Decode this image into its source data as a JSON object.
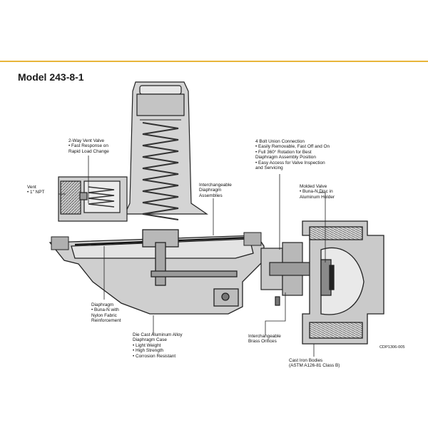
{
  "colors": {
    "accent_rule": "#e8b53a",
    "metal_light": "#d9d9d9",
    "metal_mid": "#bdbdbd",
    "metal_dark": "#8c8c8c",
    "line": "#222222"
  },
  "title": "Model 243-8-1",
  "ref_code": "CDP1306-005",
  "labels": {
    "vent_valve": {
      "heading": "2-Way Vent Valve",
      "bullets": [
        "• Fast Response on",
        "Rapid Load Change"
      ]
    },
    "vent": {
      "heading": "Vent",
      "bullets": [
        "• 1\" NPT"
      ]
    },
    "union": {
      "heading": "4 Bolt Union Connection",
      "bullets": [
        "• Easily Removable, Fast Off and On",
        "• Full 360° Rotation for Best",
        "Diaphragm Assembly Position",
        "• Easy Access for Valve Inspection",
        "and Servicing"
      ]
    },
    "diaphragm_assemblies": {
      "heading": "Interchangeable",
      "bullets": [
        "Diaphragm",
        "Assemblies"
      ]
    },
    "molded_valve": {
      "heading": "Molded Valve",
      "bullets": [
        "• Buna-N Disc in",
        "Aluminum Holder"
      ]
    },
    "diaphragm": {
      "heading": "Diaphragm",
      "bullets": [
        "• Buna-N with",
        "Nylon Fabric",
        "Reinforcement"
      ]
    },
    "case": {
      "heading": "Die Cast Aluminum Alloy",
      "bullets": [
        "Diaphragm Case",
        "• Light Weight",
        "• High Strength",
        "• Corrosion Resistant"
      ]
    },
    "orifices": {
      "heading": "Interchangeable",
      "bullets": [
        "Brass Orifices"
      ]
    },
    "bodies": {
      "heading": "Cast Iron Bodies",
      "bullets": [
        "(ASTM A126-81 Class B)"
      ]
    }
  }
}
